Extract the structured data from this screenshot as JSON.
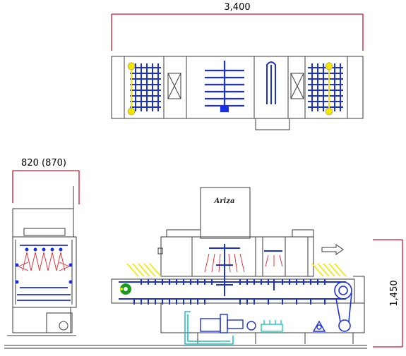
{
  "dimensions": {
    "top_width": "3,400",
    "side_width": "820 (870)",
    "height": "1,450"
  },
  "logo": "Ariza",
  "colors": {
    "outline": "#3a3a3a",
    "dimension": "#d4142a",
    "spray": "#e8202a",
    "conveyor": "#1a2ee6",
    "nozzle_arm": "#f2e600",
    "pipe": "#22c4c4",
    "gear": "#1a9a1a",
    "motor": "#1a2ee6"
  }
}
